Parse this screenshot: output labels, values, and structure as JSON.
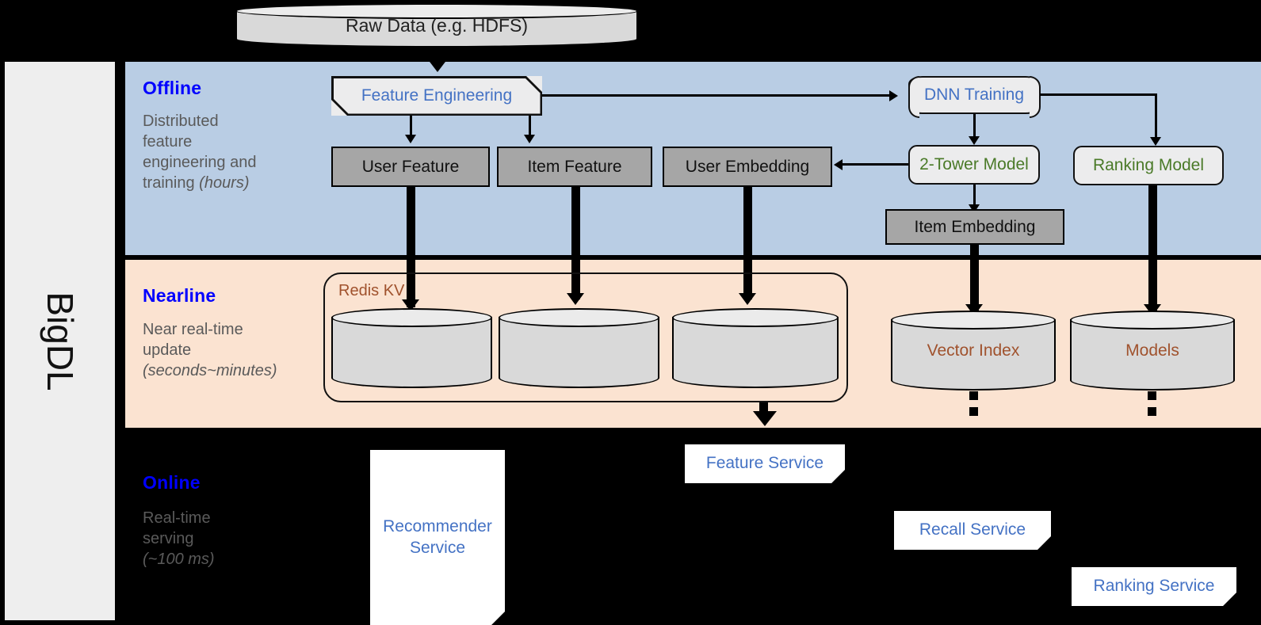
{
  "framework": {
    "name": "BigDL"
  },
  "source": {
    "label": "Raw Data (e.g. HDFS)",
    "icon": "database-cylinder-icon"
  },
  "layers": [
    {
      "id": "offline",
      "title": "Offline",
      "subtitle_line1": "Distributed",
      "subtitle_line2": "feature",
      "subtitle_line3": "engineering and",
      "subtitle_line4": "training ",
      "subtitle_emphasis": "(hours)",
      "background": "#b9cde4",
      "title_color": "#0000ff"
    },
    {
      "id": "nearline",
      "title": "Nearline",
      "subtitle_line1": "Near real-time",
      "subtitle_line2": "update",
      "subtitle_emphasis": "(seconds~minutes)",
      "background": "#fbe3d1",
      "title_color": "#0000ff"
    },
    {
      "id": "online",
      "title": "Online",
      "subtitle_line1": "Real-time",
      "subtitle_line2": "serving",
      "subtitle_emphasis": "(~100 ms)",
      "background": "#000000",
      "title_color": "#0000ff"
    }
  ],
  "offline_nodes": {
    "feature_engineering": {
      "label": "Feature Engineering",
      "shape": "cut-corner",
      "text_color": "#4472c4"
    },
    "dnn_training": {
      "label": "DNN Training",
      "shape": "bracket",
      "text_color": "#4472c4"
    },
    "user_feature": {
      "label": "User Feature",
      "shape": "rect-gray",
      "text_color": "#111111"
    },
    "item_feature": {
      "label": "Item Feature",
      "shape": "rect-gray",
      "text_color": "#111111"
    },
    "user_embedding": {
      "label": "User Embedding",
      "shape": "rect-gray",
      "text_color": "#111111"
    },
    "item_embedding": {
      "label": "Item Embedding",
      "shape": "rect-gray",
      "text_color": "#111111"
    },
    "two_tower_model": {
      "label": "2-Tower Model",
      "shape": "rounded",
      "text_color": "#4a7a28"
    },
    "ranking_model": {
      "label": "Ranking Model",
      "shape": "rounded",
      "text_color": "#4a7a28"
    }
  },
  "nearline_nodes": {
    "redis_kv": {
      "label": "Redis KV",
      "text_color": "#a0522d"
    },
    "store_user": {
      "label": "",
      "icon": "database-cylinder-icon"
    },
    "store_item": {
      "label": "",
      "icon": "database-cylinder-icon"
    },
    "store_useremb": {
      "label": "",
      "icon": "database-cylinder-icon"
    },
    "vector_index": {
      "label": "Vector Index",
      "icon": "database-cylinder-icon",
      "text_color": "#a0522d"
    },
    "models": {
      "label": "Models",
      "icon": "database-cylinder-icon",
      "text_color": "#a0522d"
    }
  },
  "online_nodes": {
    "recommender_service": {
      "label_line1": "Recommender",
      "label_line2": "Service",
      "shape": "page",
      "text_color": "#4472c4"
    },
    "feature_service": {
      "label": "Feature Service",
      "shape": "page",
      "text_color": "#4472c4"
    },
    "recall_service": {
      "label": "Recall Service",
      "shape": "page",
      "text_color": "#4472c4"
    },
    "ranking_service": {
      "label": "Ranking Service",
      "shape": "page",
      "text_color": "#4472c4"
    }
  },
  "colors": {
    "offline_band": "#b9cde4",
    "nearline_band": "#fbe3d1",
    "online_band": "#000000",
    "gray_box": "#a6a6a6",
    "light_box": "#ececed",
    "cylinder_body": "#d9d9d9",
    "rail": "#eeeeee",
    "accent_blue": "#0000ff",
    "node_blue": "#4472c4",
    "node_green": "#4a7a28",
    "node_brown": "#a0522d",
    "muted_text": "#5a5a5a"
  }
}
